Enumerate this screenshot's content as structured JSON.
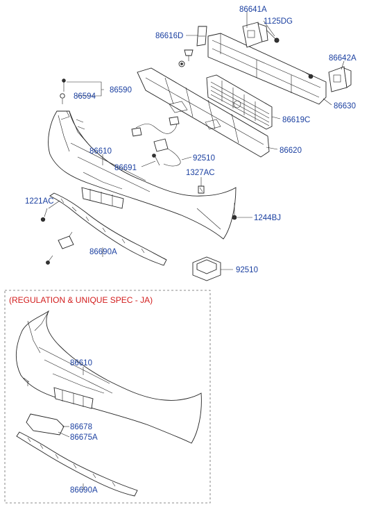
{
  "parts": {
    "p86641A": "86641A",
    "p1125DG": "1125DG",
    "p86616D": "86616D",
    "p86642A": "86642A",
    "p86590": "86590",
    "p86594": "86594",
    "p86630": "86630",
    "p86619C": "86619C",
    "p86610": "86610",
    "p86620": "86620",
    "p92510a": "92510",
    "p86691": "86691",
    "p1327AC": "1327AC",
    "p1221AC": "1221AC",
    "p1244BJ": "1244BJ",
    "p86690A": "86690A",
    "p92510b": "92510"
  },
  "inset": {
    "title": "(REGULATION & UNIQUE SPEC - JA)",
    "p86610": "86610",
    "p86678": "86678",
    "p86675A": "86675A",
    "p86690A": "86690A"
  },
  "colors": {
    "label": "#1a3fa0",
    "spec_title": "#d21c1c",
    "line": "#222222"
  }
}
